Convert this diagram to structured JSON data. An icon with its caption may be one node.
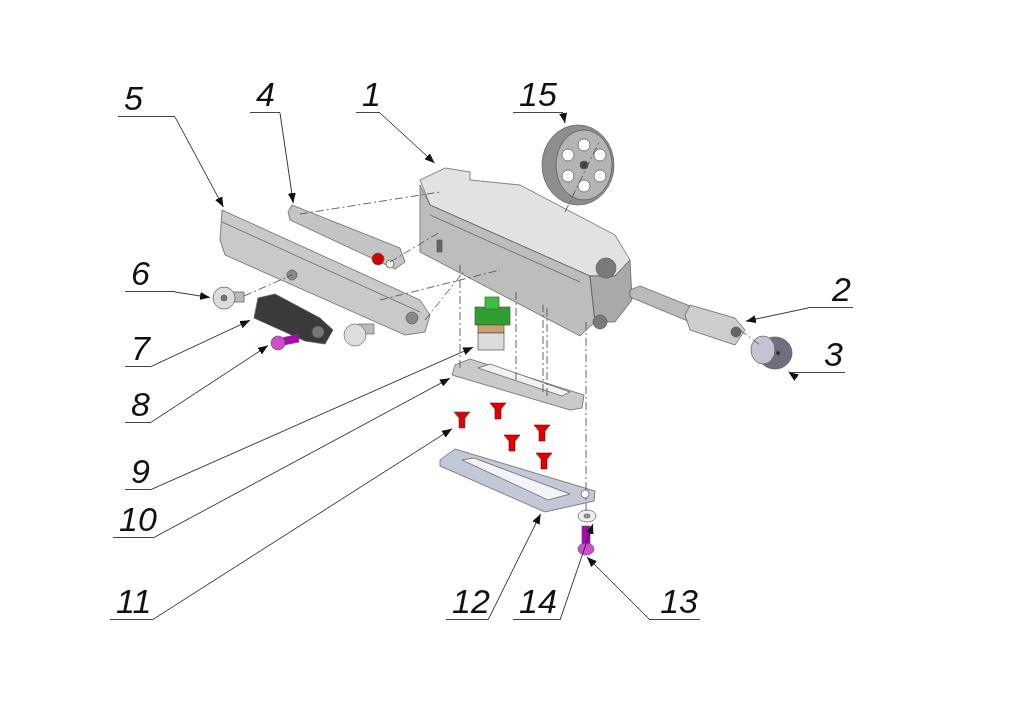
{
  "diagram": {
    "nodes": [
      {
        "text": [
          "5"
        ]
      },
      {
        "text": [
          "4"
        ]
      },
      {
        "text": [
          "1"
        ]
      },
      {
        "text": [
          "15"
        ]
      },
      {
        "text": [
          "6"
        ]
      },
      {
        "text": [
          "2"
        ]
      },
      {
        "text": [
          "7"
        ]
      },
      {
        "text": [
          "3"
        ]
      },
      {
        "text": [
          "8"
        ]
      },
      {
        "text": [
          "9"
        ]
      },
      {
        "text": [
          "10"
        ]
      },
      {
        "text": [
          "11"
        ]
      },
      {
        "text": [
          "12"
        ]
      },
      {
        "text": [
          "14"
        ]
      },
      {
        "text": [
          "13"
        ]
      },
      {
        "text": [],
        "shape": "picture"
      },
      {
        "text": [],
        "shape": "picture"
      },
      {
        "text": [],
        "shape": "picture"
      },
      {
        "text": [],
        "shape": "picture"
      },
      {
        "text": [],
        "shape": "picture"
      },
      {
        "text": [],
        "shape": "picture"
      },
      {
        "text": [],
        "shape": "picture"
      },
      {
        "text": [],
        "shape": "picture"
      },
      {
        "text": [],
        "shape": "picture"
      },
      {
        "text": [],
        "shape": "picture"
      },
      {
        "text": [],
        "shape": "picture"
      },
      {
        "text": [],
        "shape": "picture"
      },
      {
        "text": [],
        "shape": "picture"
      },
      {
        "text": [],
        "shape": "picture"
      },
      {
        "text": [],
        "shape": "picture"
      }
    ],
    "edges": [
      {
        "from": 0,
        "to": 15,
        "arrow": "to"
      },
      {
        "from": 1,
        "to": 16,
        "arrow": "to"
      },
      {
        "from": 2,
        "to": 17,
        "arrow": "to"
      },
      {
        "from": 3,
        "to": 18,
        "arrow": "to"
      },
      {
        "from": 4,
        "to": 19,
        "arrow": "to"
      },
      {
        "from": 5,
        "to": 20,
        "arrow": "to"
      },
      {
        "from": 6,
        "to": 21,
        "arrow": "to"
      },
      {
        "from": 7,
        "to": 22,
        "arrow": "to"
      },
      {
        "from": 8,
        "to": 23,
        "arrow": "to"
      },
      {
        "from": 9,
        "to": 24,
        "arrow": "to"
      },
      {
        "from": 10,
        "to": 25,
        "arrow": "to"
      },
      {
        "from": 11,
        "to": 26,
        "arrow": "to"
      },
      {
        "from": 12,
        "to": 27,
        "arrow": "to"
      },
      {
        "from": 13,
        "to": 28,
        "arrow": "to"
      },
      {
        "from": 14,
        "to": 29,
        "arrow": "to"
      },
      {
        "from": 16,
        "to": 17,
        "arrow": "none",
        "style": "dashed",
        "color": "#555555"
      },
      {
        "from": 17,
        "to": 18,
        "arrow": "none",
        "style": "dashed",
        "color": "#555555"
      },
      {
        "from": 16,
        "to": 17,
        "arrow": "none",
        "style": "dashed",
        "color": "#555555"
      },
      {
        "from": 19,
        "to": 15,
        "arrow": "none",
        "style": "dashed",
        "color": "#555555"
      },
      {
        "from": 15,
        "to": 17,
        "arrow": "none",
        "style": "dashed",
        "color": "#555555"
      },
      {
        "from": 15,
        "to": 17,
        "arrow": "none",
        "style": "dashed",
        "color": "#555555"
      },
      {
        "from": 25,
        "to": 17,
        "arrow": "none",
        "style": "dashed",
        "color": "#555555"
      },
      {
        "from": 25,
        "to": 17,
        "arrow": "none",
        "style": "dashed",
        "color": "#555555"
      },
      {
        "from": 25,
        "to": 17,
        "arrow": "none",
        "style": "dashed",
        "color": "#555555"
      },
      {
        "from": 25,
        "to": 17,
        "arrow": "none",
        "style": "dashed",
        "color": "#555555"
      },
      {
        "from": 28,
        "to": 27,
        "arrow": "none",
        "style": "dashed",
        "color": "#555555"
      },
      {
        "from": 20,
        "to": 22,
        "arrow": "none",
        "style": "dashed",
        "color": "#555555"
      },
      {
        "from": 27,
        "to": 17,
        "arrow": "none",
        "style": "dashed",
        "color": "#555555"
      }
    ]
  }
}
